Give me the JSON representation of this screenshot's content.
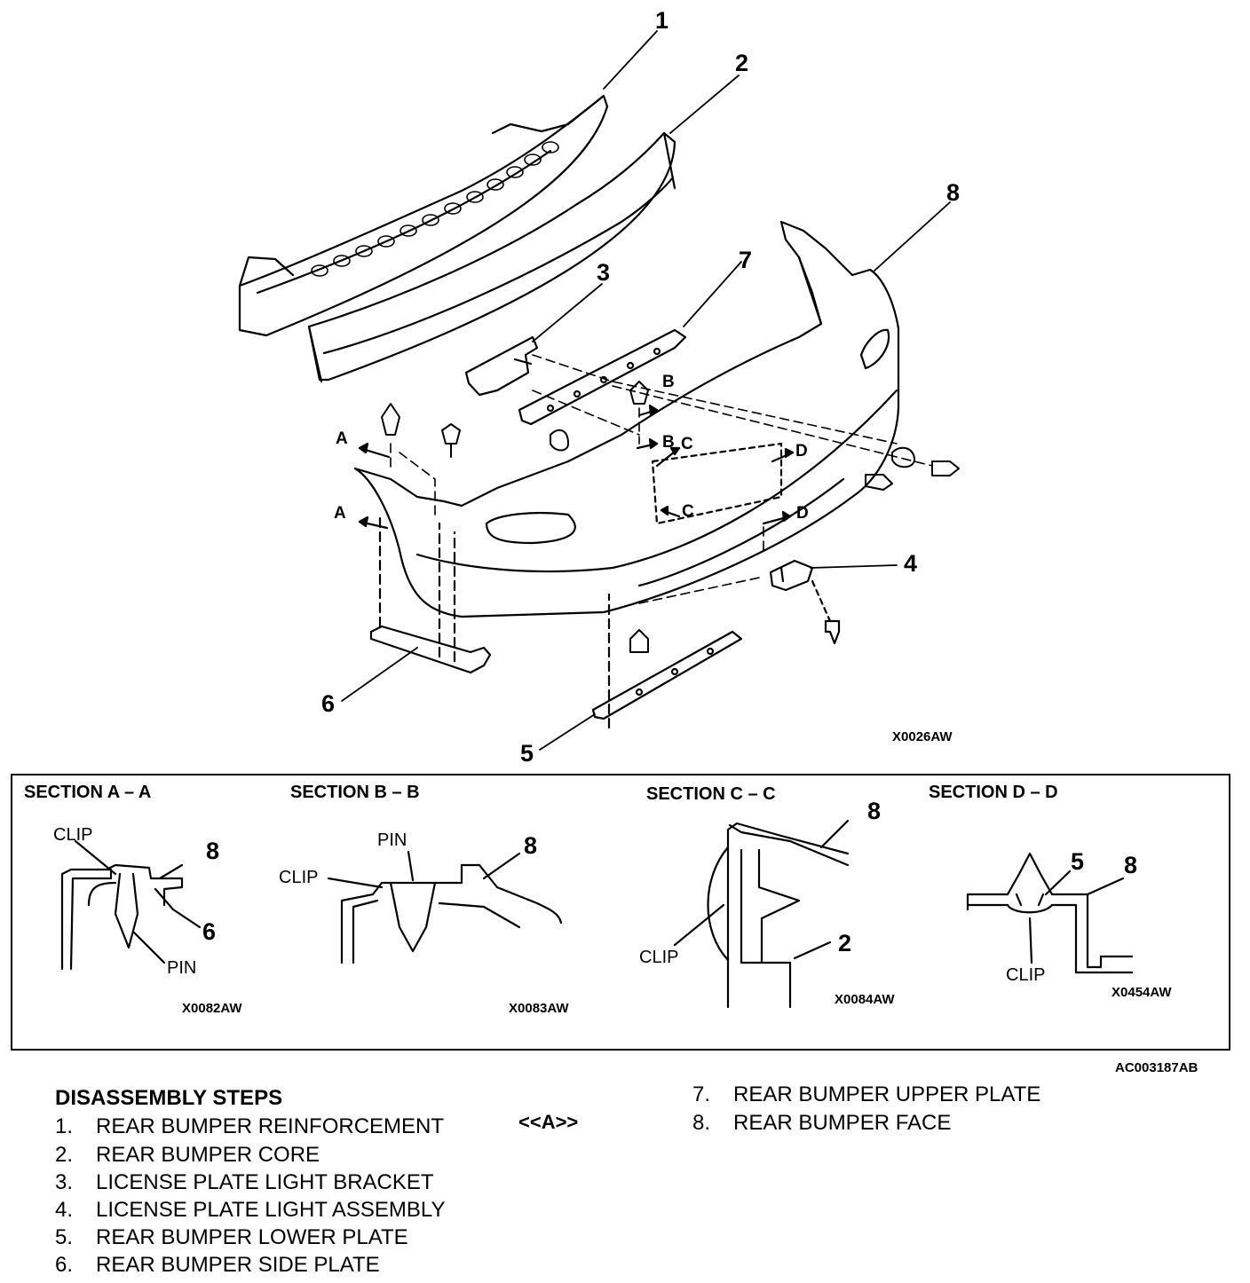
{
  "main_diagram": {
    "ref_code": "X0026AW",
    "callouts": [
      "1",
      "2",
      "3",
      "4",
      "5",
      "6",
      "7",
      "8"
    ],
    "section_arrows": [
      "A",
      "A",
      "B",
      "B",
      "C",
      "C",
      "D",
      "D"
    ]
  },
  "sections": [
    {
      "title": "SECTION A – A",
      "labels": {
        "clip": "CLIP",
        "part_8": "8",
        "part_6": "6",
        "pin": "PIN"
      },
      "ref_code": "X0082AW"
    },
    {
      "title": "SECTION B – B",
      "labels": {
        "pin": "PIN",
        "clip": "CLIP",
        "part_8": "8"
      },
      "ref_code": "X0083AW"
    },
    {
      "title": "SECTION C – C",
      "labels": {
        "part_8": "8",
        "clip": "CLIP",
        "part_2": "2"
      },
      "ref_code": "X0084AW"
    },
    {
      "title": "SECTION D – D",
      "labels": {
        "part_5": "5",
        "part_8": "8",
        "clip": "CLIP"
      },
      "ref_code": "X0454AW"
    }
  ],
  "figure_ref": "AC003187AB",
  "steps_title": "DISASSEMBLY STEPS",
  "steps": [
    {
      "num": "1.",
      "label": "REAR BUMPER REINFORCEMENT"
    },
    {
      "num": "2.",
      "label": "REAR BUMPER CORE"
    },
    {
      "num": "3.",
      "label": "LICENSE PLATE LIGHT BRACKET"
    },
    {
      "num": "4.",
      "label": "LICENSE PLATE LIGHT ASSEMBLY"
    },
    {
      "num": "5.",
      "label": "REAR BUMPER LOWER PLATE"
    },
    {
      "num": "6.",
      "label": "REAR BUMPER SIDE PLATE"
    },
    {
      "num": "7.",
      "label": "REAR BUMPER UPPER PLATE"
    },
    {
      "num": "8.",
      "label": "REAR BUMPER FACE"
    }
  ],
  "step_note": "<<A>>"
}
